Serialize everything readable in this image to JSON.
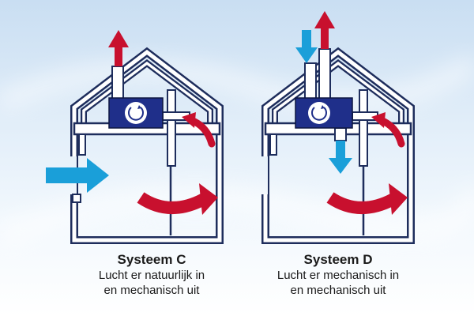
{
  "systems": [
    {
      "title": "Systeem C",
      "line1": "Lucht er natuurlijk in",
      "line2": "en mechanisch uit"
    },
    {
      "title": "Systeem D",
      "line1": "Lucht er mechanisch in",
      "line2": "en mechanisch uit"
    }
  ],
  "colors": {
    "wall": "#1e2d5c",
    "fan_box": "#1f2f8a",
    "exhaust_arrow": "#c8102e",
    "supply_arrow": "#1a9fd9"
  },
  "icons": [
    "fan-icon",
    "exhaust-arrow-icon",
    "supply-arrow-icon"
  ]
}
